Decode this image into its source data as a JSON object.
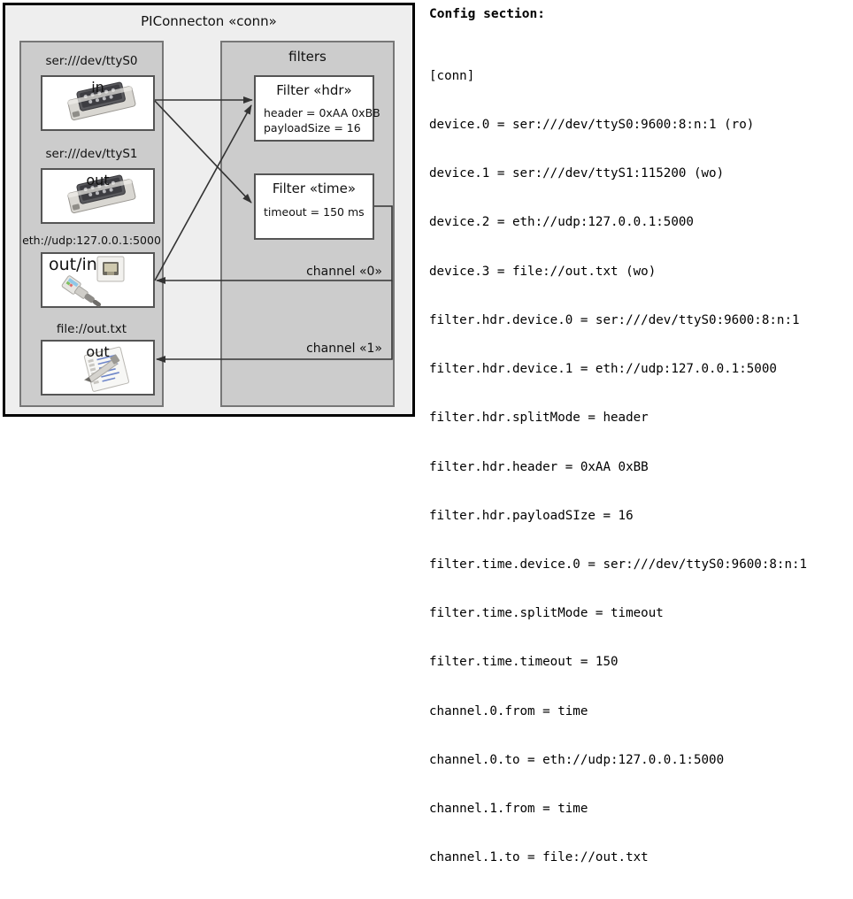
{
  "diagram": {
    "title": "PIConnecton «conn»",
    "devices_group": {
      "devices": [
        {
          "label": "ser:///dev/ttyS0",
          "direction": "in",
          "icon": "serial-port-icon"
        },
        {
          "label": "ser:///dev/ttyS1",
          "direction": "out",
          "icon": "serial-port-icon"
        },
        {
          "label": "eth://udp:127.0.0.1:5000",
          "direction": "out/in",
          "icon": "ethernet-port-icon"
        },
        {
          "label": "file://out.txt",
          "direction": "out",
          "icon": "text-file-icon"
        }
      ]
    },
    "filters_group": {
      "title": "filters",
      "filters": [
        {
          "title": "Filter «hdr»",
          "props": [
            "header = 0xAA 0xBB",
            "payloadSize = 16"
          ]
        },
        {
          "title": "Filter «time»",
          "props": [
            "timeout = 150 ms"
          ]
        }
      ],
      "channels": [
        {
          "label": "channel «0»"
        },
        {
          "label": "channel «1»"
        }
      ]
    }
  },
  "config": {
    "heading": "Config section:",
    "lines": [
      "[conn]",
      "device.0 = ser:///dev/ttyS0:9600:8:n:1 (ro)",
      "device.1 = ser:///dev/ttyS1:115200 (wo)",
      "device.2 = eth://udp:127.0.0.1:5000",
      "device.3 = file://out.txt (wo)",
      "filter.hdr.device.0 = ser:///dev/ttyS0:9600:8:n:1",
      "filter.hdr.device.1 = eth://udp:127.0.0.1:5000",
      "filter.hdr.splitMode = header",
      "filter.hdr.header = 0xAA 0xBB",
      "filter.hdr.payloadSIze = 16",
      "filter.time.device.0 = ser:///dev/ttyS0:9600:8:n:1",
      "filter.time.splitMode = timeout",
      "filter.time.timeout = 150",
      "channel.0.from = time",
      "channel.0.to = eth://udp:127.0.0.1:5000",
      "channel.1.from = time",
      "channel.1.to = file://out.txt"
    ]
  },
  "colors": {
    "page_bg": "#ffffff",
    "diagram_bg": "#eeeeee",
    "panel_bg": "#cccccc",
    "panel_border": "#777777",
    "box_bg": "#ffffff",
    "box_border": "#555555",
    "outline": "#000000",
    "arrow": "#333333"
  }
}
